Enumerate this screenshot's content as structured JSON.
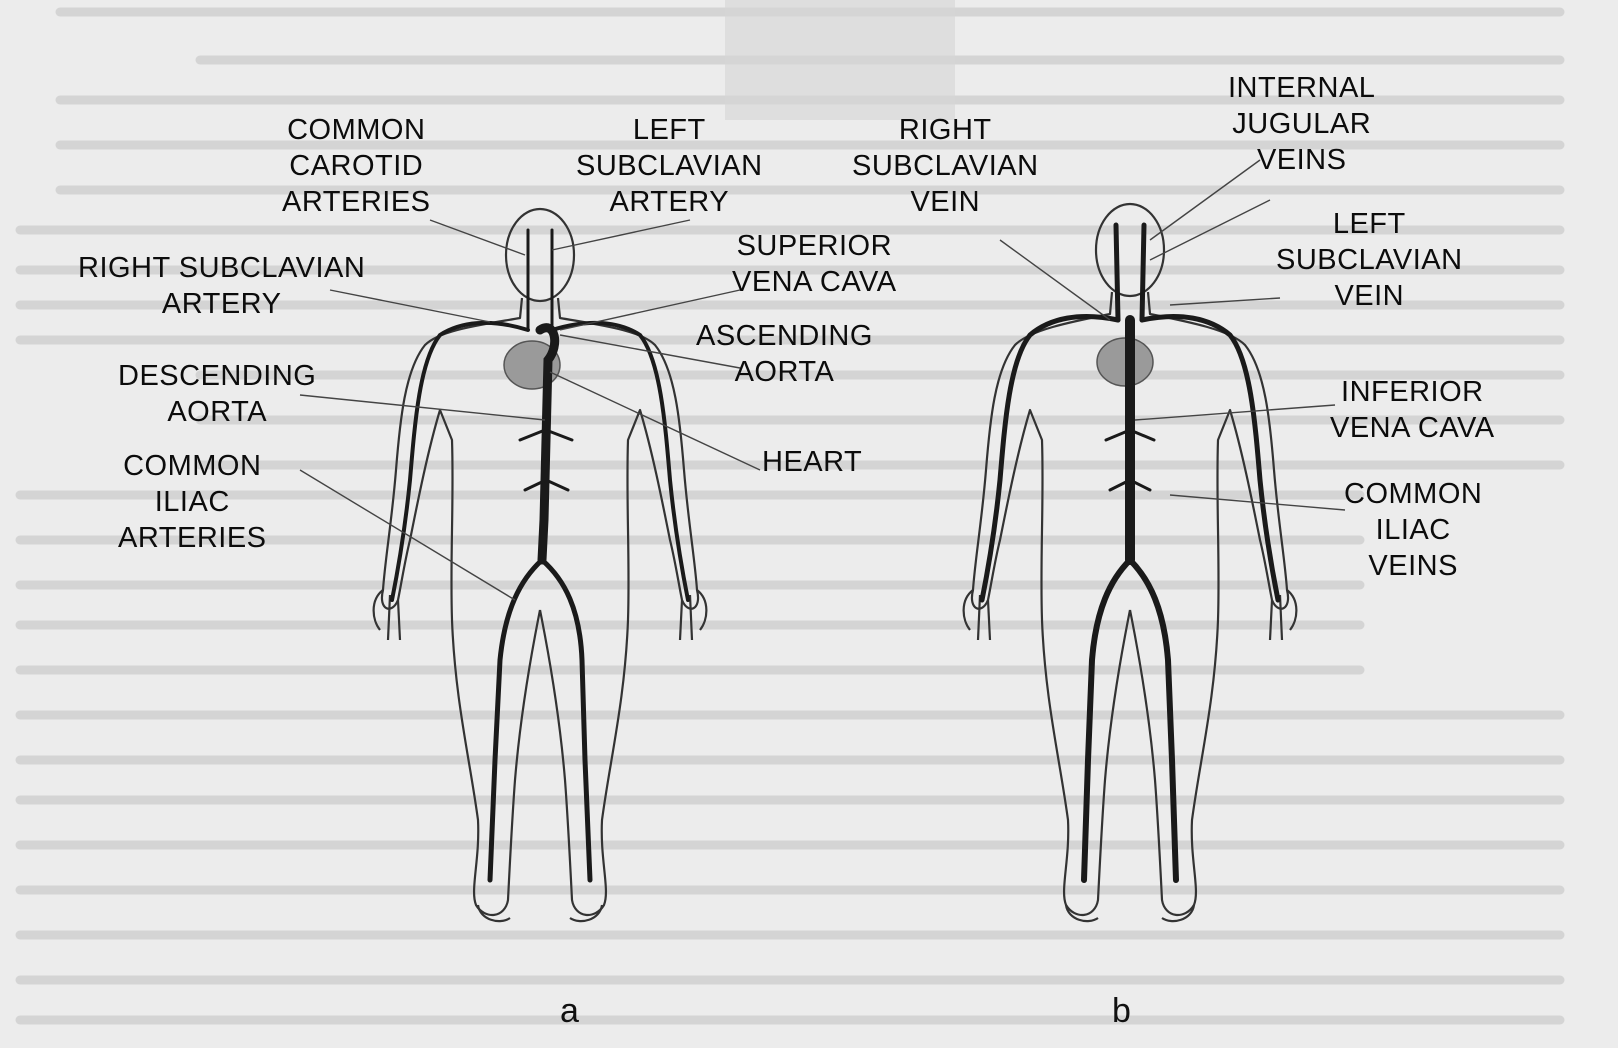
{
  "figure_a": {
    "letter": "a",
    "labels": {
      "common_carotid": [
        "COMMON",
        "CAROTID",
        "ARTERIES"
      ],
      "left_subclavian_artery": [
        "LEFT",
        "SUBCLAVIAN",
        "ARTERY"
      ],
      "right_subclavian_artery": [
        "RIGHT SUBCLAVIAN",
        "ARTERY"
      ],
      "descending_aorta": [
        "DESCENDING",
        "AORTA"
      ],
      "common_iliac_arteries": [
        "COMMON",
        "ILIAC",
        "ARTERIES"
      ],
      "superior_vena_cava": [
        "SUPERIOR",
        "VENA CAVA"
      ],
      "ascending_aorta": [
        "ASCENDING",
        "AORTA"
      ],
      "heart": [
        "HEART"
      ]
    }
  },
  "figure_b": {
    "letter": "b",
    "labels": {
      "right_subclavian_vein": [
        "RIGHT",
        "SUBCLAVIAN",
        "VEIN"
      ],
      "internal_jugular": [
        "INTERNAL",
        "JUGULAR",
        "VEINS"
      ],
      "left_subclavian_vein": [
        "LEFT",
        "SUBCLAVIAN",
        "VEIN"
      ],
      "inferior_vena_cava": [
        "INFERIOR",
        "VENA CAVA"
      ],
      "common_iliac_veins": [
        "COMMON",
        "ILIAC",
        "VEINS"
      ]
    }
  },
  "colors": {
    "background": "#ececec",
    "ink": "#0c0c0c",
    "vessel": "#1a1a1a",
    "heart": "#9a9a9a",
    "bleed_text": "#c9c9c9"
  }
}
